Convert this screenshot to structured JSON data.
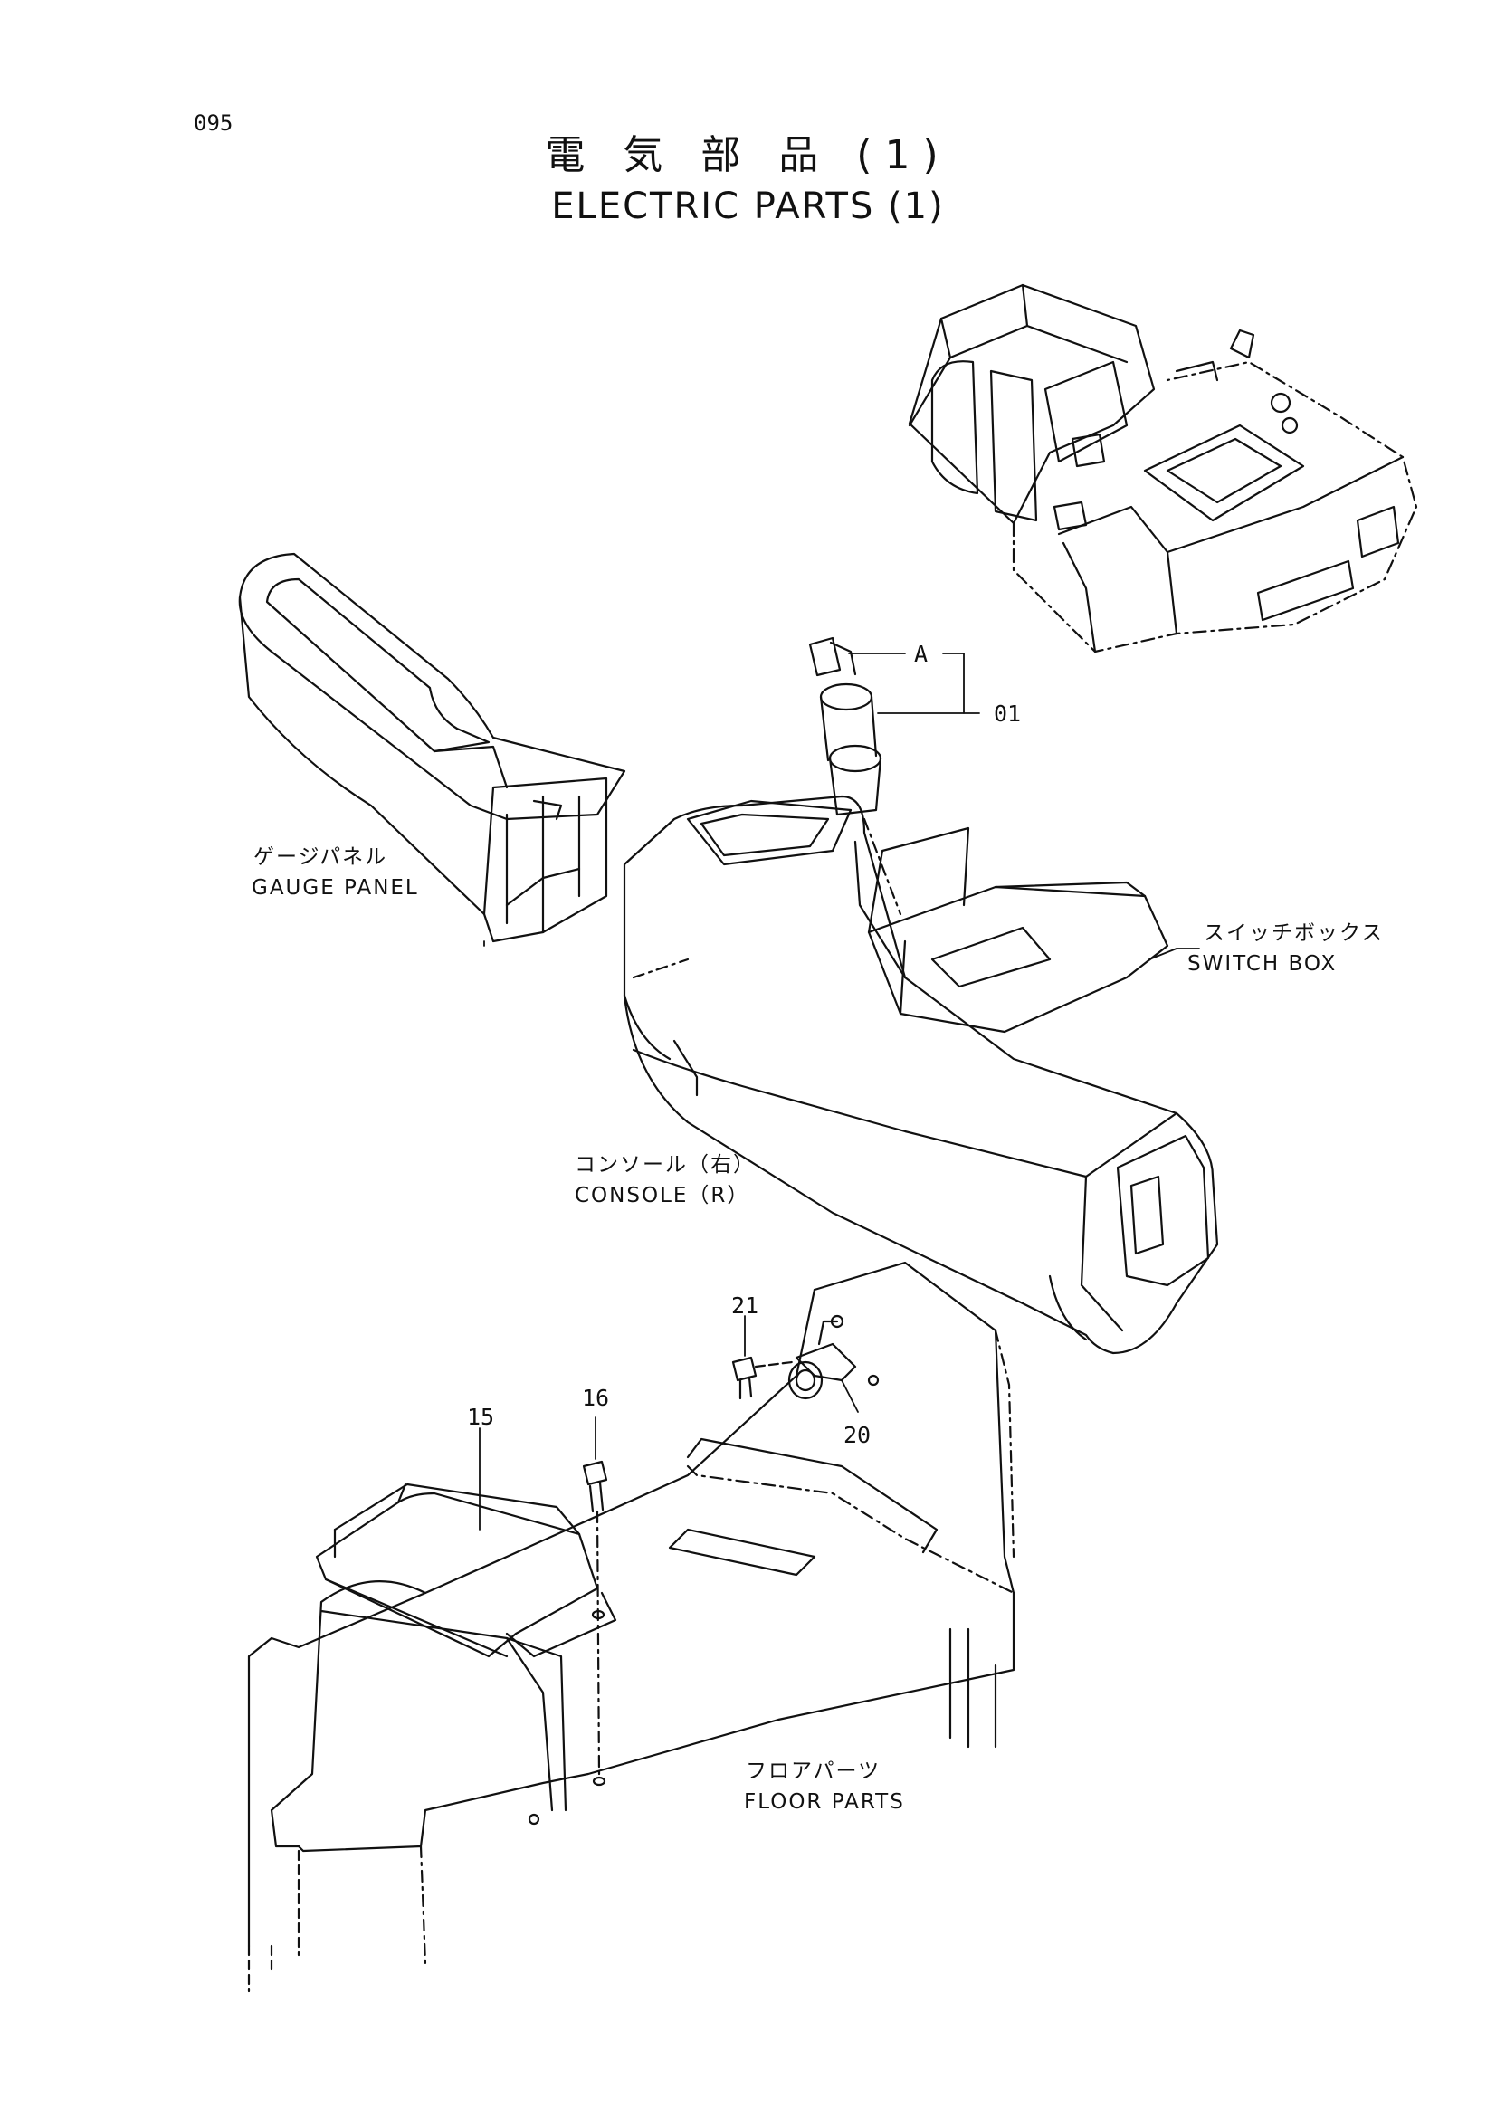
{
  "page": {
    "number": "095",
    "title_ja": "電 気 部 品 (1)",
    "title_en": "ELECTRIC PARTS (1)"
  },
  "assemblies": {
    "gauge_panel": {
      "ja": "ゲージパネル",
      "en": "GAUGE PANEL"
    },
    "switch_box": {
      "ja": "スイッチボックス",
      "en": "SWITCH BOX"
    },
    "console_r": {
      "ja": "コンソール（右）",
      "en": "CONSOLE（R）"
    },
    "floor_parts": {
      "ja": "フロアパーツ",
      "en": "FLOOR PARTS"
    }
  },
  "callouts": {
    "key_marker": "A",
    "key_switch": "01",
    "box_15": "15",
    "bolt_16": "16",
    "part_20": "20",
    "bolt_21": "21"
  }
}
